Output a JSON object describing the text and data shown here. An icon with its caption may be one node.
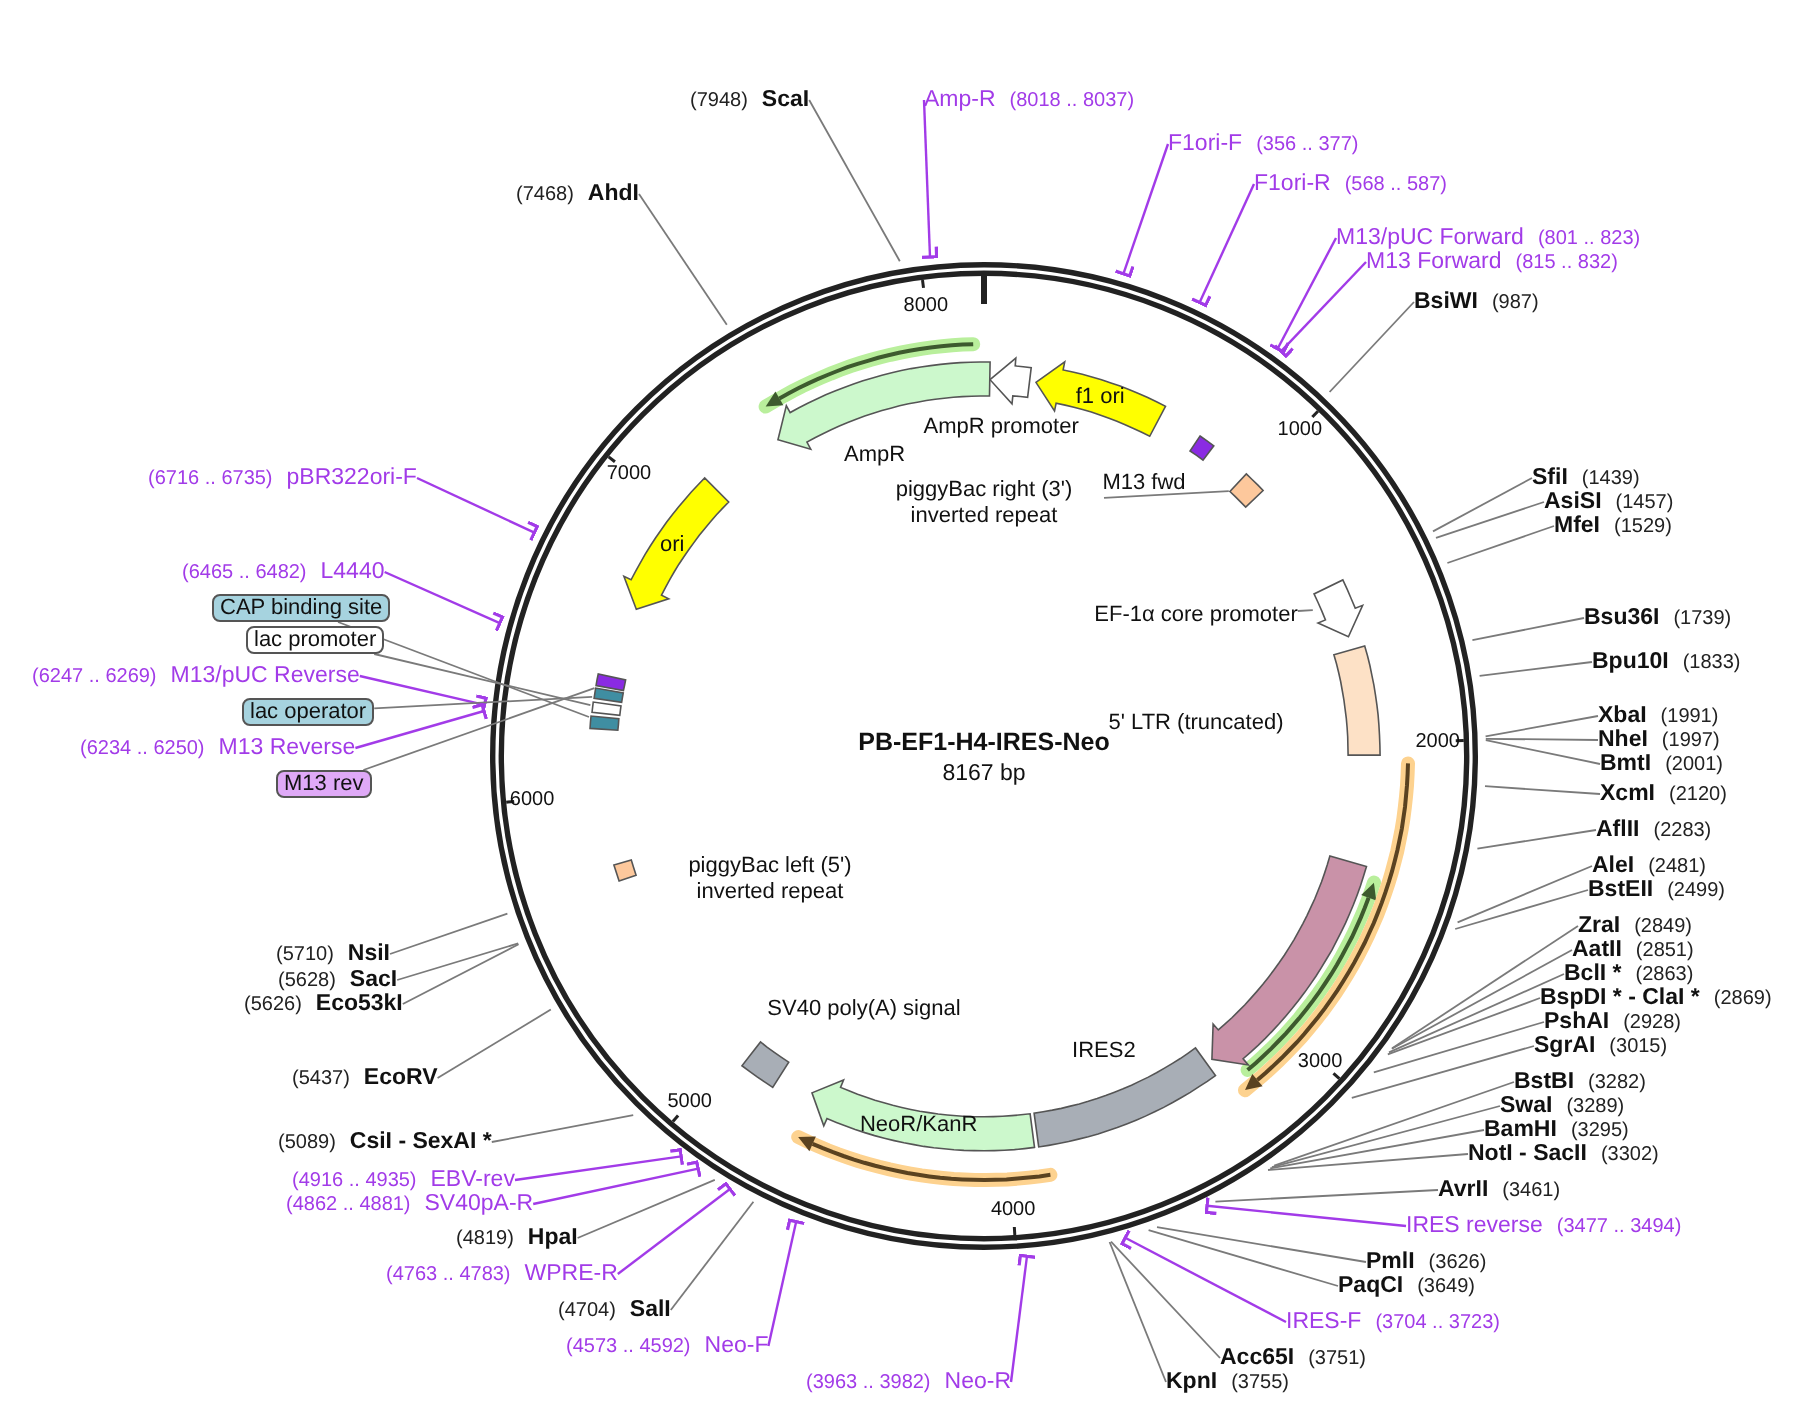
{
  "diagram": {
    "title": "PB-EF1-H4-IRES-Neo",
    "nodes": [
      {
        "text": [
          "ScaI"
        ],
        "beside": [
          "(7948)"
        ]
      },
      {
        "text": [
          "Amp-R"
        ],
        "beside": [
          "(8018 .. 8037)"
        ]
      },
      {
        "text": [
          "F1ori-F"
        ],
        "beside": [
          "(356 .. 377)"
        ]
      },
      {
        "text": [
          "AhdI"
        ],
        "beside": [
          "(7468)"
        ]
      },
      {
        "text": [
          "F1ori-R"
        ],
        "beside": [
          "(568 .. 587)"
        ]
      },
      {
        "text": [
          "M13/pUC Forward"
        ],
        "beside": [
          "(801 .. 823)"
        ]
      },
      {
        "text": [
          "M13 Forward"
        ],
        "beside": [
          "(815 .. 832)"
        ]
      },
      {
        "text": [
          "BsiWI"
        ],
        "beside": [
          "(987)"
        ]
      },
      {
        "text": [
          "pBR322ori-F"
        ],
        "beside": [
          "(6716 .. 6735)"
        ]
      },
      {
        "text": [
          "SfiI"
        ],
        "beside": [
          "(1439)"
        ]
      },
      {
        "text": [
          "AsiSI"
        ],
        "beside": [
          "(1457)"
        ]
      },
      {
        "text": [
          "MfeI"
        ],
        "beside": [
          "(1529)"
        ]
      },
      {
        "text": [
          "L4440"
        ],
        "beside": [
          "(6465 .. 6482)"
        ]
      },
      {
        "text": [
          "CAP binding site"
        ]
      },
      {
        "text": [
          "Bsu36I"
        ],
        "beside": [
          "(1739)"
        ]
      },
      {
        "text": [
          "lac promoter"
        ]
      },
      {
        "text": [
          "Bpu10I"
        ],
        "beside": [
          "(1833)"
        ]
      },
      {
        "text": [
          "M13/pUC Reverse"
        ],
        "beside": [
          "(6247 .. 6269)"
        ]
      },
      {
        "text": [
          "lac operator"
        ]
      },
      {
        "text": [
          "XbaI"
        ],
        "beside": [
          "(1991)"
        ]
      },
      {
        "text": [
          "NheI"
        ],
        "beside": [
          "(1997)"
        ]
      },
      {
        "text": [
          "M13 Reverse"
        ],
        "beside": [
          "(6234 .. 6250)"
        ]
      },
      {
        "text": [
          "BmtI"
        ],
        "beside": [
          "(2001)"
        ]
      },
      {
        "text": [
          "M13 rev"
        ]
      },
      {
        "text": [
          "XcmI"
        ],
        "beside": [
          "(2120)"
        ]
      },
      {
        "text": [
          "AflII"
        ],
        "beside": [
          "(2283)"
        ]
      },
      {
        "text": [
          "AleI"
        ],
        "beside": [
          "(2481)"
        ]
      },
      {
        "text": [
          "BstEII"
        ],
        "beside": [
          "(2499)"
        ]
      },
      {
        "text": [
          "ZraI"
        ],
        "beside": [
          "(2849)"
        ]
      },
      {
        "text": [
          "AatII"
        ],
        "beside": [
          "(2851)"
        ]
      },
      {
        "text": [
          "NsiI"
        ],
        "beside": [
          "(5710)"
        ]
      },
      {
        "text": [
          "BclI *"
        ],
        "beside": [
          "(2863)"
        ]
      },
      {
        "text": [
          "SacI"
        ],
        "beside": [
          "(5628)"
        ]
      },
      {
        "text": [
          "BspDI * - ClaI *"
        ],
        "beside": [
          "(2869)"
        ]
      },
      {
        "text": [
          "Eco53kI"
        ],
        "beside": [
          "(5626)"
        ]
      },
      {
        "text": [
          "PshAI"
        ],
        "beside": [
          "(2928)"
        ]
      },
      {
        "text": [
          "SgrAI"
        ],
        "beside": [
          "(3015)"
        ]
      },
      {
        "text": [
          "EcoRV"
        ],
        "beside": [
          "(5437)"
        ]
      },
      {
        "text": [
          "BstBI"
        ],
        "beside": [
          "(3282)"
        ]
      },
      {
        "text": [
          "SwaI"
        ],
        "beside": [
          "(3289)"
        ]
      },
      {
        "text": [
          "BamHI"
        ],
        "beside": [
          "(3295)"
        ]
      },
      {
        "text": [
          "CsiI - SexAI *"
        ],
        "beside": [
          "(5089)"
        ]
      },
      {
        "text": [
          "NotI - SacII"
        ],
        "beside": [
          "(3302)"
        ]
      },
      {
        "text": [
          "EBV-rev"
        ],
        "beside": [
          "(4916 .. 4935)"
        ]
      },
      {
        "text": [
          "AvrII"
        ],
        "beside": [
          "(3461)"
        ]
      },
      {
        "text": [
          "SV40pA-R"
        ],
        "beside": [
          "(4862 .. 4881)"
        ]
      },
      {
        "text": [
          "IRES reverse"
        ],
        "beside": [
          "(3477 .. 3494)"
        ]
      },
      {
        "text": [
          "HpaI"
        ],
        "beside": [
          "(4819)"
        ]
      },
      {
        "text": [
          "PmlI"
        ],
        "beside": [
          "(3626)"
        ]
      },
      {
        "text": [
          "WPRE-R"
        ],
        "beside": [
          "(4763 .. 4783)"
        ]
      },
      {
        "text": [
          "PaqCI"
        ],
        "beside": [
          "(3649)"
        ]
      },
      {
        "text": [
          "SalI"
        ],
        "beside": [
          "(4704)"
        ]
      },
      {
        "text": [
          "IRES-F"
        ],
        "beside": [
          "(3704 .. 3723)"
        ]
      },
      {
        "text": [
          "Neo-F"
        ],
        "beside": [
          "(4573 .. 4592)"
        ]
      },
      {
        "text": [
          "Acc65I"
        ],
        "beside": [
          "(3751)"
        ]
      },
      {
        "text": [
          "Neo-R"
        ],
        "beside": [
          "(3963 .. 3982)"
        ]
      },
      {
        "text": [
          "KpnI"
        ],
        "beside": [
          "(3755)"
        ]
      },
      {
        "text": [
          "f1 ori"
        ]
      },
      {
        "text": [
          "AmpR promoter"
        ]
      },
      {
        "text": [
          "AmpR"
        ]
      },
      {
        "text": [
          "ori"
        ]
      },
      {
        "text": [
          "M13 fwd"
        ]
      },
      {
        "text": [
          "piggyBac right (3') inverted repeat"
        ]
      },
      {
        "text": [],
        "shape": "box"
      },
      {
        "text": [
          "EF-1α core promoter"
        ]
      },
      {
        "text": [],
        "shape": "arrow"
      },
      {
        "text": [
          "5' LTR (truncated)"
        ]
      },
      {
        "text": [],
        "shape": "arrow"
      },
      {
        "text": [
          "IRES2"
        ]
      },
      {
        "text": [
          "NeoR/KanR"
        ]
      },
      {
        "text": [
          "SV40 poly(A) signal"
        ]
      },
      {
        "text": [
          "piggyBac left (5') inverted repeat"
        ]
      },
      {
        "text": [],
        "shape": "box"
      },
      {
        "text": [],
        "shape": "box"
      },
      {
        "text": [],
        "shape": "box"
      },
      {
        "text": [],
        "shape": "box"
      }
    ],
    "edges": [
      {
        "from": 0,
        "to": null,
        "arrow": "none"
      },
      {
        "from": 1,
        "to": null,
        "arrow": "other",
        "color": "#a23be8"
      },
      {
        "from": 2,
        "to": null,
        "arrow": "other",
        "color": "#a23be8"
      },
      {
        "from": 3,
        "to": null,
        "arrow": "none"
      },
      {
        "from": 4,
        "to": null,
        "arrow": "other",
        "color": "#a23be8"
      },
      {
        "from": 5,
        "to": null,
        "arrow": "other",
        "color": "#a23be8"
      },
      {
        "from": 6,
        "to": null,
        "arrow": "other",
        "color": "#a23be8"
      },
      {
        "from": 7,
        "to": null,
        "arrow": "none"
      },
      {
        "from": 8,
        "to": null,
        "arrow": "other",
        "color": "#a23be8"
      },
      {
        "from": 9,
        "to": null,
        "arrow": "none"
      },
      {
        "from": 10,
        "to": null,
        "arrow": "none"
      },
      {
        "from": 11,
        "to": null,
        "arrow": "none"
      },
      {
        "from": 12,
        "to": null,
        "arrow": "other",
        "color": "#a23be8"
      },
      {
        "from": 13,
        "to": 72,
        "arrow": "none"
      },
      {
        "from": 14,
        "to": null,
        "arrow": "none"
      },
      {
        "from": 15,
        "to": 73,
        "arrow": "none"
      },
      {
        "from": 16,
        "to": null,
        "arrow": "none"
      },
      {
        "from": 17,
        "to": null,
        "arrow": "other",
        "color": "#a23be8"
      },
      {
        "from": 18,
        "to": 74,
        "arrow": "none"
      },
      {
        "from": 19,
        "to": null,
        "arrow": "none"
      },
      {
        "from": 20,
        "to": null,
        "arrow": "none"
      },
      {
        "from": 21,
        "to": null,
        "arrow": "other",
        "color": "#a23be8"
      },
      {
        "from": 22,
        "to": null,
        "arrow": "none"
      },
      {
        "from": 23,
        "to": 75,
        "arrow": "none"
      },
      {
        "from": 24,
        "to": null,
        "arrow": "none"
      },
      {
        "from": 25,
        "to": null,
        "arrow": "none"
      },
      {
        "from": 26,
        "to": null,
        "arrow": "none"
      },
      {
        "from": 27,
        "to": null,
        "arrow": "none"
      },
      {
        "from": 28,
        "to": null,
        "arrow": "none"
      },
      {
        "from": 29,
        "to": null,
        "arrow": "none"
      },
      {
        "from": 30,
        "to": null,
        "arrow": "none"
      },
      {
        "from": 31,
        "to": null,
        "arrow": "none"
      },
      {
        "from": 32,
        "to": null,
        "arrow": "none"
      },
      {
        "from": 33,
        "to": null,
        "arrow": "none"
      },
      {
        "from": 34,
        "to": null,
        "arrow": "none"
      },
      {
        "from": 35,
        "to": null,
        "arrow": "none"
      },
      {
        "from": 36,
        "to": null,
        "arrow": "none"
      },
      {
        "from": 37,
        "to": null,
        "arrow": "none"
      },
      {
        "from": 38,
        "to": null,
        "arrow": "none"
      },
      {
        "from": 39,
        "to": null,
        "arrow": "none"
      },
      {
        "from": 40,
        "to": null,
        "arrow": "none"
      },
      {
        "from": 41,
        "to": null,
        "arrow": "none"
      },
      {
        "from": 42,
        "to": null,
        "arrow": "none"
      },
      {
        "from": 43,
        "to": null,
        "arrow": "other",
        "color": "#a23be8"
      },
      {
        "from": 44,
        "to": null,
        "arrow": "none"
      },
      {
        "from": 45,
        "to": null,
        "arrow": "other",
        "color": "#a23be8"
      },
      {
        "from": 46,
        "to": null,
        "arrow": "other",
        "color": "#a23be8"
      },
      {
        "from": 47,
        "to": null,
        "arrow": "none"
      },
      {
        "from": 48,
        "to": null,
        "arrow": "none"
      },
      {
        "from": 49,
        "to": null,
        "arrow": "other",
        "color": "#a23be8"
      },
      {
        "from": 50,
        "to": null,
        "arrow": "none"
      },
      {
        "from": 51,
        "to": null,
        "arrow": "none"
      },
      {
        "from": 52,
        "to": null,
        "arrow": "other",
        "color": "#a23be8"
      },
      {
        "from": 53,
        "to": null,
        "arrow": "other",
        "color": "#a23be8"
      },
      {
        "from": 54,
        "to": null,
        "arrow": "none"
      },
      {
        "from": 55,
        "to": null,
        "arrow": "other",
        "color": "#a23be8"
      },
      {
        "from": 56,
        "to": null,
        "arrow": "none"
      },
      {
        "from": 62,
        "to": 63,
        "arrow": "none"
      },
      {
        "from": 64,
        "to": 65,
        "arrow": "none"
      }
    ],
    "labels": [
      "8167 bp",
      "1000",
      "2000",
      "3000",
      "4000",
      "5000",
      "6000",
      "7000",
      "8000"
    ]
  }
}
